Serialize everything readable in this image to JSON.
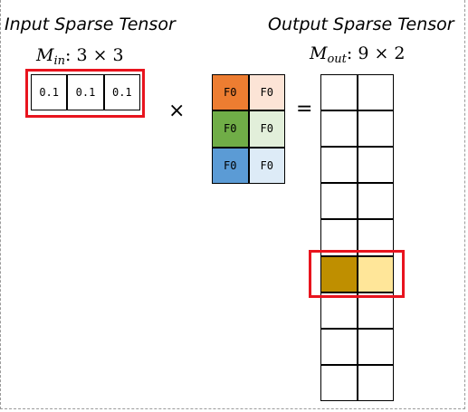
{
  "input": {
    "title": "Input Sparse Tensor",
    "dim_symbol": "M",
    "dim_sub": "in",
    "dim_text": ": 3 × 3",
    "cells": [
      "0.1",
      "0.1",
      "0.1"
    ]
  },
  "weights": {
    "cells": [
      {
        "label": "F0",
        "color": "#ed7d31"
      },
      {
        "label": "F0",
        "color": "#fce4d6"
      },
      {
        "label": "F0",
        "color": "#70ad47"
      },
      {
        "label": "F0",
        "color": "#e2efda"
      },
      {
        "label": "F0",
        "color": "#5b9bd5"
      },
      {
        "label": "F0",
        "color": "#ddebf7"
      }
    ]
  },
  "operators": {
    "multiply": "×",
    "equals": "="
  },
  "output": {
    "title": "Output Sparse Tensor",
    "dim_symbol": "M",
    "dim_sub": "out",
    "dim_text": ": 9 × 2",
    "rows": 9,
    "cols": 2,
    "highlight_row": 6,
    "highlight_colors": [
      "#bf8f00",
      "#ffe699"
    ]
  },
  "colors": {
    "highlight_box": "#e8141e"
  }
}
